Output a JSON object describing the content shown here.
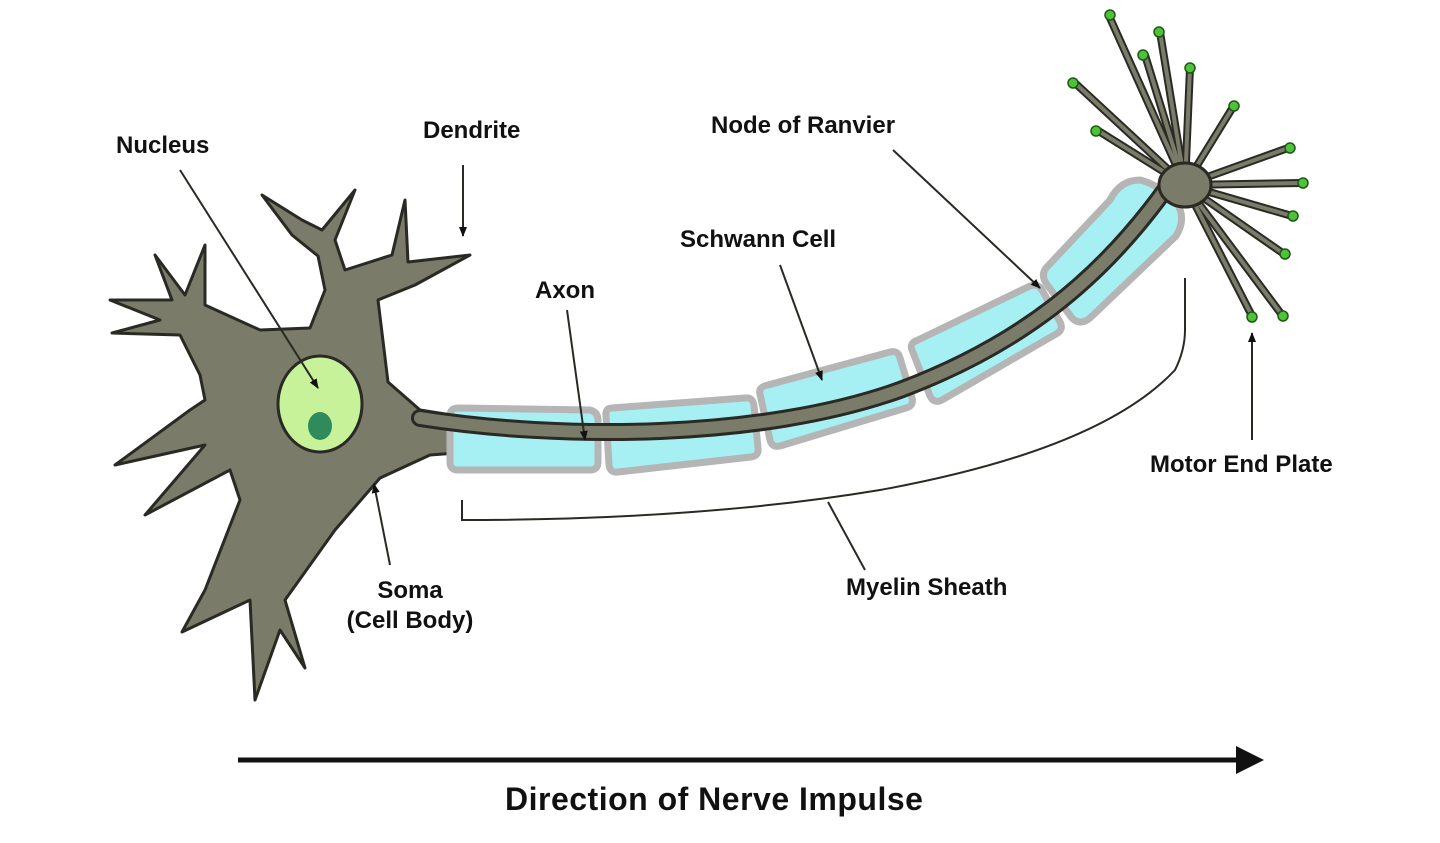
{
  "labels": {
    "nucleus": "Nucleus",
    "dendrite": "Dendrite",
    "node_of_ranvier": "Node of Ranvier",
    "schwann_cell": "Schwann Cell",
    "axon": "Axon",
    "soma_line1": "Soma",
    "soma_line2": "(Cell Body)",
    "myelin_sheath": "Myelin Sheath",
    "motor_end_plate": "Motor End Plate",
    "direction": "Direction of Nerve Impulse"
  },
  "colors": {
    "cell_body": "#7b7b6a",
    "cell_outline": "#2a2a24",
    "nucleus_fill": "#c8f29a",
    "nucleolus_fill": "#2f8a5c",
    "myelin_fill": "#a6f0f4",
    "myelin_outline": "#b5b5b5",
    "terminal_knob": "#4fc13a",
    "arrow": "#111111"
  },
  "icons": {
    "direction_arrow": "right-arrow-icon"
  }
}
